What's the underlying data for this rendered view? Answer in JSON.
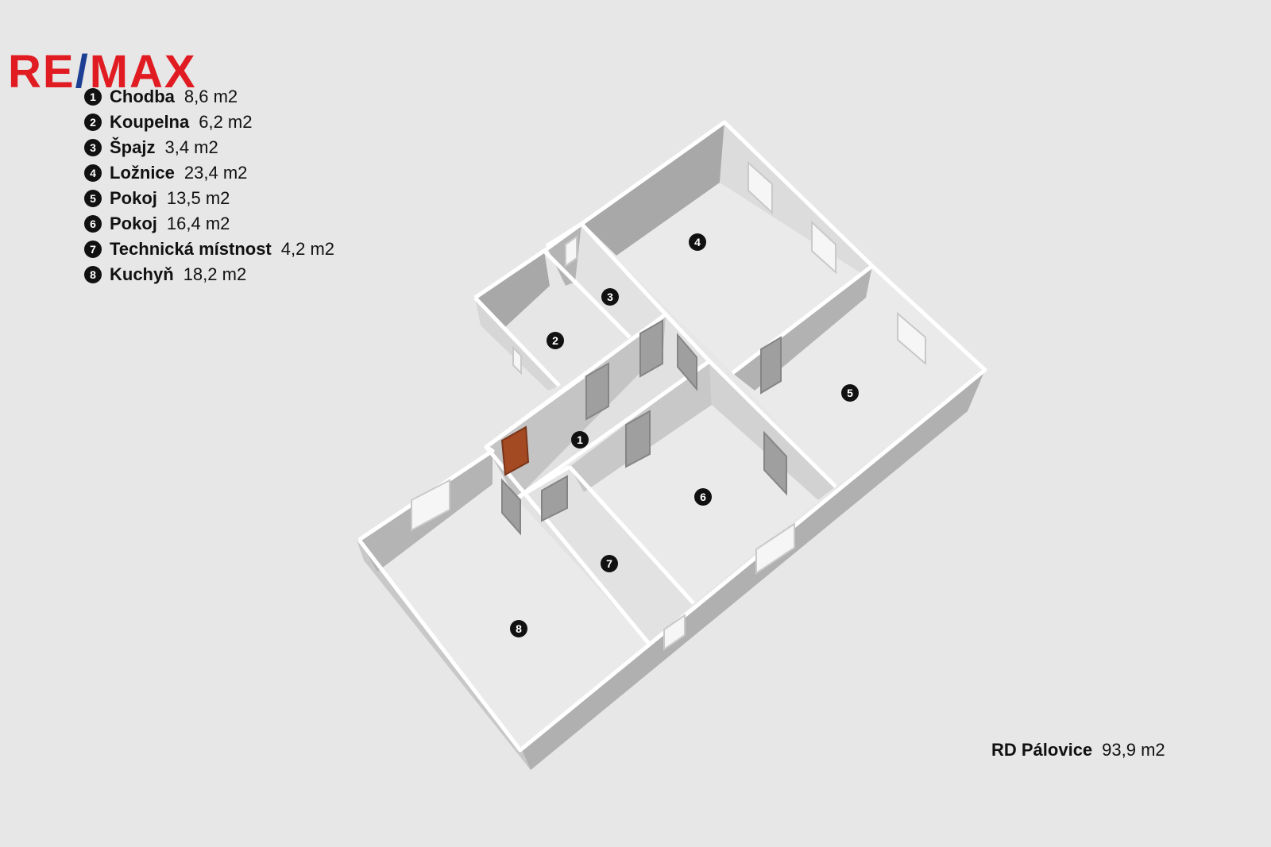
{
  "logo": {
    "left": "RE",
    "slash": "/",
    "right": "MAX",
    "color_red": "#e11b22",
    "color_blue": "#1c3f94"
  },
  "rooms": [
    {
      "num": "1",
      "name": "Chodba",
      "area": "8,6 m2"
    },
    {
      "num": "2",
      "name": "Koupelna",
      "area": "6,2 m2"
    },
    {
      "num": "3",
      "name": "Špajz",
      "area": "3,4 m2"
    },
    {
      "num": "4",
      "name": "Ložnice",
      "area": "23,4 m2"
    },
    {
      "num": "5",
      "name": "Pokoj",
      "area": "13,5 m2"
    },
    {
      "num": "6",
      "name": "Pokoj",
      "area": "16,4 m2"
    },
    {
      "num": "7",
      "name": "Technická místnost",
      "area": "4,2 m2"
    },
    {
      "num": "8",
      "name": "Kuchyň",
      "area": "18,2 m2"
    }
  ],
  "summary": {
    "name": "RD Pálovice",
    "area": "93,9 m2"
  },
  "colors": {
    "background": "#e7e7e7",
    "floor": "#e9e9e9",
    "wall": "#a9a9a9",
    "entrance_door": "#a44a22"
  }
}
